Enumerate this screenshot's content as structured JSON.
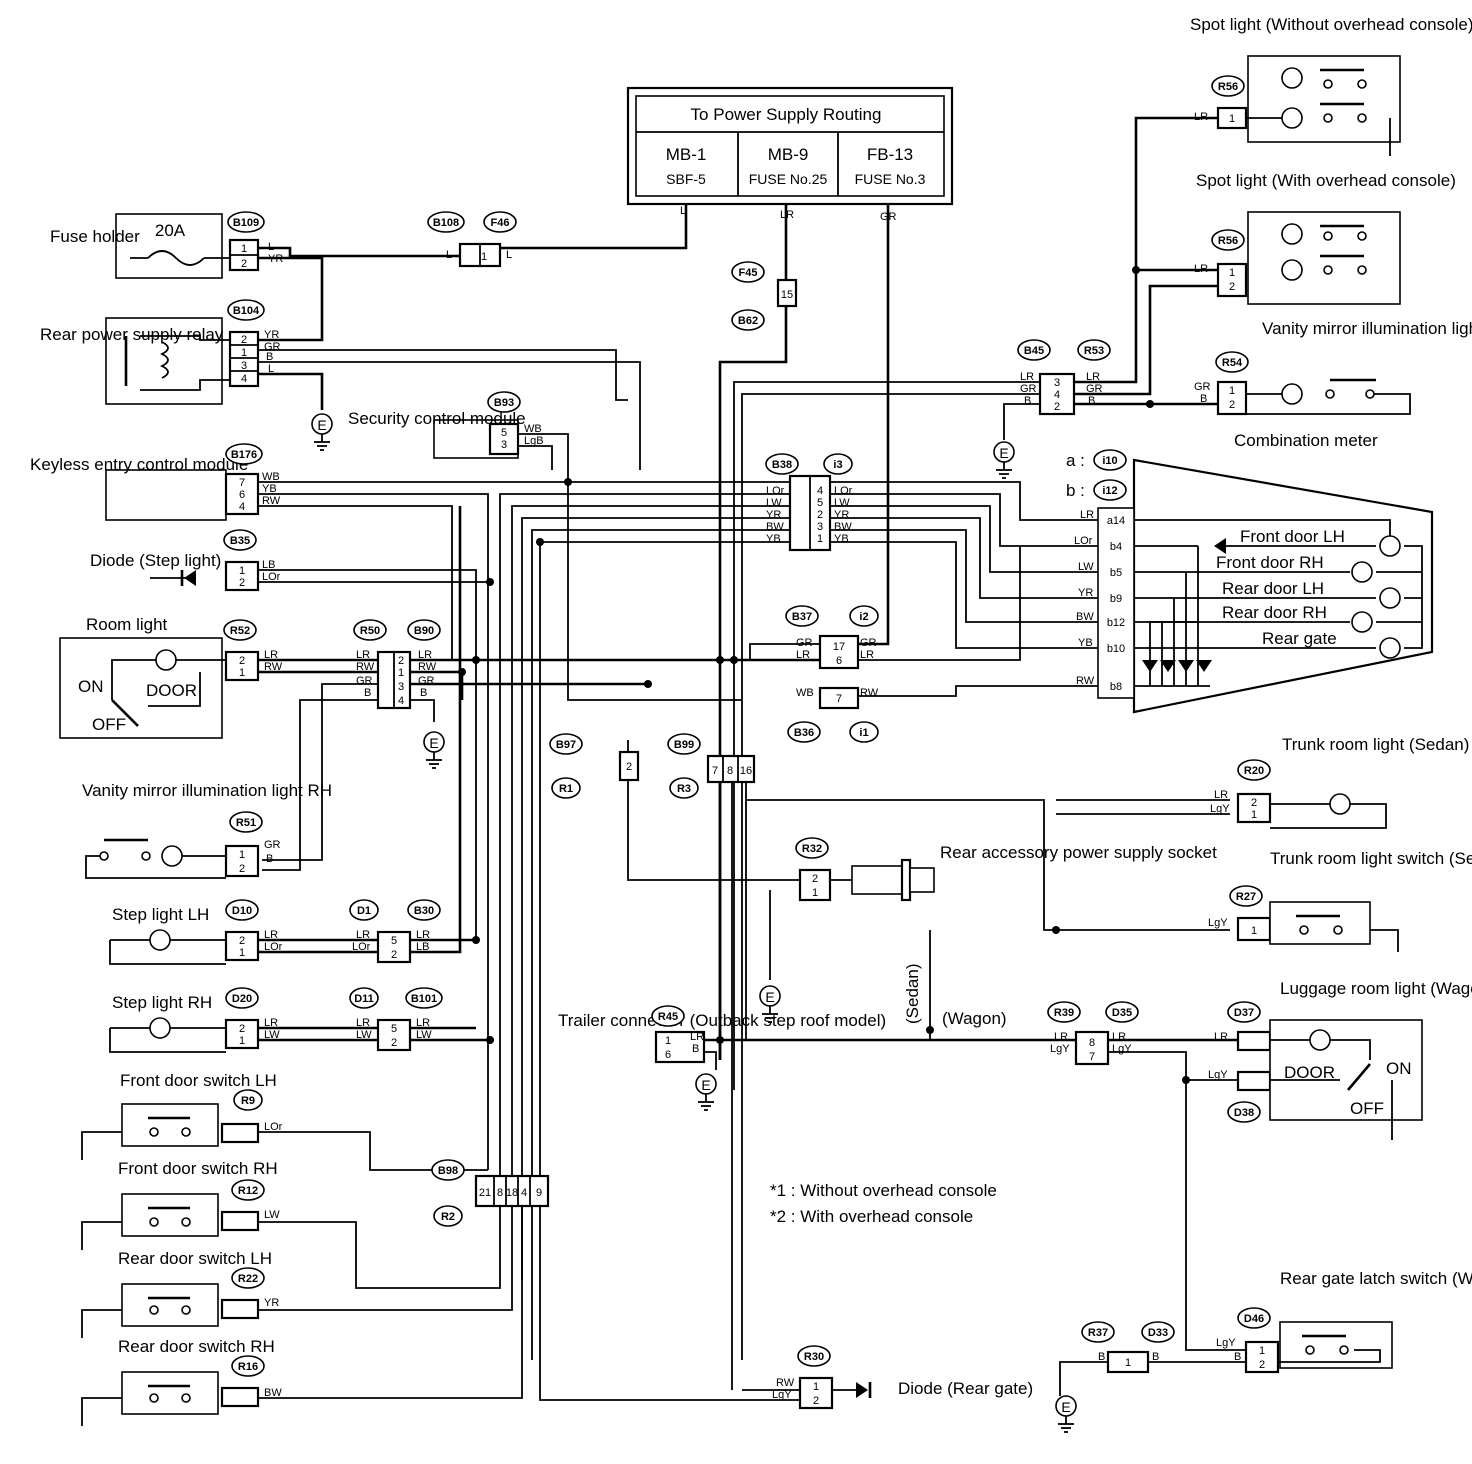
{
  "power_box": {
    "title": "To Power Supply Routing",
    "cols": [
      {
        "name": "MB-1",
        "sub": "SBF-5"
      },
      {
        "name": "MB-9",
        "sub": "FUSE No.25"
      },
      {
        "name": "FB-13",
        "sub": "FUSE No.3"
      }
    ]
  },
  "fuse_holder": {
    "label": "Fuse holder",
    "rating": "20A"
  },
  "labels": {
    "spot_light_1": "Spot light (Without overhead console)",
    "spot_light_2": "Spot light (With overhead console)",
    "vanity_lh": "Vanity mirror illumination light LH",
    "vanity_rh": "Vanity mirror illumination light RH",
    "rear_relay": "Rear power supply relay",
    "security": "Security control module",
    "keyless": "Keyless entry control module",
    "diode_step": "Diode (Step light)",
    "room_light": "Room light",
    "on": "ON",
    "off": "OFF",
    "door": "DOOR",
    "step_lh": "Step light LH",
    "step_rh": "Step light RH",
    "front_door_sw_lh": "Front door switch LH",
    "front_door_sw_rh": "Front door switch RH",
    "rear_door_sw_lh": "Rear door switch LH",
    "rear_door_sw_rh": "Rear door switch RH",
    "combination_meter": "Combination meter",
    "meter_a": "a :",
    "meter_b": "b :",
    "front_door_lh": "Front door LH",
    "front_door_rh": "Front door RH",
    "rear_door_lh": "Rear door LH",
    "rear_door_rh": "Rear door RH",
    "rear_gate": "Rear gate",
    "trunk_light": "Trunk room light (Sedan)",
    "trunk_switch": "Trunk room light switch (Sedan)",
    "rear_accessory": "Rear accessory power supply socket",
    "trailer": "Trailer connector (Outback step roof model)",
    "sedan": "(Sedan)",
    "wagon": "(Wagon)",
    "luggage": "Luggage room light (Wagon)",
    "rear_gate_latch": "Rear gate latch switch (Wagon)",
    "diode_rear_gate": "Diode (Rear gate)",
    "note1": "*1 : Without overhead console",
    "note2": "*2 : With overhead console",
    "ground": "E"
  },
  "connectors": {
    "B109": "B109",
    "B108": "B108",
    "F46": "F46",
    "B104": "B104",
    "F45": "F45",
    "B62": "B62",
    "B93": "B93",
    "B176": "B176",
    "B35": "B35",
    "B38": "B38",
    "i3": "i3",
    "B45": "B45",
    "R53": "R53",
    "R54": "R54",
    "R56a": "R56",
    "R56b": "R56",
    "i10": "i10",
    "i12": "i12",
    "R52": "R52",
    "R50": "R50",
    "B90": "B90",
    "B37": "B37",
    "i2": "i2",
    "B36": "B36",
    "i1": "i1",
    "B97": "B97",
    "R1": "R1",
    "B99": "B99",
    "R3": "R3",
    "R51": "R51",
    "R20": "R20",
    "R32": "R32",
    "R27": "R27",
    "D10": "D10",
    "D1": "D1",
    "B30": "B30",
    "D20": "D20",
    "D11": "D11",
    "B101": "B101",
    "R45": "R45",
    "R39": "R39",
    "D35": "D35",
    "D37": "D37",
    "D38": "D38",
    "R9": "R9",
    "R12": "R12",
    "R22": "R22",
    "R16": "R16",
    "B98": "B98",
    "R2": "R2",
    "R30": "R30",
    "R37": "R37",
    "D33": "D33",
    "D46": "D46"
  },
  "wire_codes": {
    "L": "L",
    "YR": "YR",
    "GR": "GR",
    "B": "B",
    "LR": "LR",
    "WB": "WB",
    "LgB": "LgB",
    "YB": "YB",
    "RW": "RW",
    "LB": "LB",
    "LOr": "LOr",
    "LW": "LW",
    "BW": "BW",
    "LgY": "LgY"
  },
  "pins": {
    "p1": "1",
    "p2": "2",
    "p3": "3",
    "p4": "4",
    "p5": "5",
    "p6": "6",
    "p7": "7",
    "p8": "8",
    "p9": "9",
    "p15": "15",
    "p16": "16",
    "p17": "17",
    "p21": "21",
    "p18": "18",
    "a14": "a14",
    "b4": "b4",
    "b5": "b5",
    "b9": "b9",
    "b12": "b12",
    "b10": "b10",
    "b8": "b8"
  }
}
